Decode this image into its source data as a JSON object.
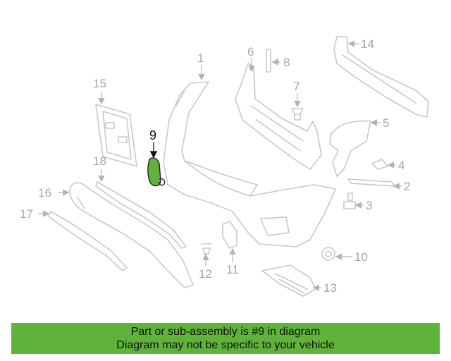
{
  "diagram": {
    "highlighted_part": "9",
    "highlight_color": "#5fb33a",
    "part_color": "#c8c8c8",
    "labels": {
      "p1": "1",
      "p2": "2",
      "p3": "3",
      "p4": "4",
      "p5": "5",
      "p6": "6",
      "p7": "7",
      "p8": "8",
      "p9": "9",
      "p10": "10",
      "p11": "11",
      "p12": "12",
      "p13": "13",
      "p14": "14",
      "p15": "15",
      "p16": "16",
      "p17": "17",
      "p18": "18"
    }
  },
  "banner": {
    "line1": "Part or sub-assembly is #9 in diagram",
    "line2": "Diagram may not be specific to your vehicle",
    "background": "#5fb33a"
  }
}
